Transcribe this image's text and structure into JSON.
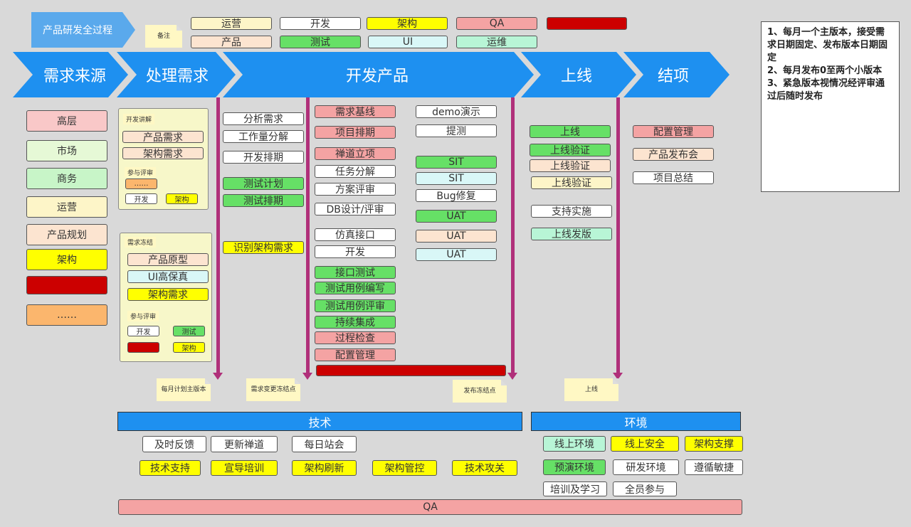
{
  "header": {
    "title": "产品研发全过程",
    "memo_note": "备注",
    "legend": [
      {
        "label": "运营",
        "color": "#fdf5c8"
      },
      {
        "label": "开发",
        "color": "#ffffff"
      },
      {
        "label": "架构",
        "color": "#ffff00"
      },
      {
        "label": "QA",
        "color": "#f4a3a3"
      },
      {
        "label": "",
        "color": "#cc0000"
      },
      {
        "label": "产品",
        "color": "#fce4d0"
      },
      {
        "label": "测试",
        "color": "#66e066"
      },
      {
        "label": "UI",
        "color": "#d9f7f7"
      },
      {
        "label": "运维",
        "color": "#b8f5d6"
      }
    ]
  },
  "stages": [
    "需求来源",
    "处理需求",
    "开发产品",
    "上线",
    "结项"
  ],
  "sources": [
    {
      "label": "高层",
      "color": "#f9c8c8"
    },
    {
      "label": "市场",
      "color": "#e6f9d6"
    },
    {
      "label": "商务",
      "color": "#c8f5c8"
    },
    {
      "label": "运营",
      "color": "#fdf5c8"
    },
    {
      "label": "产品规划",
      "color": "#fce4d0"
    },
    {
      "label": "架构",
      "color": "#ffff00"
    },
    {
      "label": "",
      "color": "#cc0000"
    },
    {
      "label": "……",
      "color": "#fbb66d"
    }
  ],
  "panel1": {
    "tag1": "开发讲解",
    "items": [
      {
        "label": "产品需求",
        "color": "#fce4d0"
      },
      {
        "label": "架构需求",
        "color": "#fce4d0"
      }
    ],
    "tag2": "参与评审",
    "reviewers": [
      {
        "label": "……",
        "color": "#fbb66d"
      },
      {
        "label": "开发",
        "color": "#ffffff"
      },
      {
        "label": "架构",
        "color": "#ffff00"
      }
    ]
  },
  "panel2": {
    "tag1": "需求冻结",
    "items": [
      {
        "label": "产品原型",
        "color": "#fce4d0"
      },
      {
        "label": "UI高保真",
        "color": "#d9f7f7"
      },
      {
        "label": "架构需求",
        "color": "#ffff00"
      }
    ],
    "tag2": "参与评审",
    "reviewers": [
      {
        "label": "开发",
        "color": "#ffffff"
      },
      {
        "label": "测试",
        "color": "#66e066"
      },
      {
        "label": "",
        "color": "#cc0000"
      },
      {
        "label": "架构",
        "color": "#ffff00"
      }
    ]
  },
  "dev_col1": [
    {
      "label": "分析需求",
      "color": "#ffffff"
    },
    {
      "label": "工作量分解",
      "color": "#ffffff"
    },
    {
      "label": "开发排期",
      "color": "#ffffff"
    },
    {
      "label": "测试计划",
      "color": "#66e066"
    },
    {
      "label": "测试排期",
      "color": "#66e066"
    },
    {
      "label": "识别架构需求",
      "color": "#ffff00"
    }
  ],
  "dev_col2": [
    {
      "label": "需求基线",
      "color": "#f4a3a3"
    },
    {
      "label": "项目排期",
      "color": "#f4a3a3"
    },
    {
      "label": "禅道立项",
      "color": "#f4a3a3"
    },
    {
      "label": "任务分解",
      "color": "#ffffff"
    },
    {
      "label": "方案评审",
      "color": "#ffffff"
    },
    {
      "label": "DB设计/评审",
      "color": "#ffffff"
    },
    {
      "label": "仿真接口",
      "color": "#ffffff"
    },
    {
      "label": "开发",
      "color": "#ffffff"
    },
    {
      "label": "接口测试",
      "color": "#66e066"
    },
    {
      "label": "测试用例编写",
      "color": "#66e066"
    },
    {
      "label": "测试用例评审",
      "color": "#66e066"
    },
    {
      "label": "持续集成",
      "color": "#66e066"
    },
    {
      "label": "过程检查",
      "color": "#f4a3a3"
    },
    {
      "label": "配置管理",
      "color": "#f4a3a3"
    },
    {
      "label": "",
      "color": "#cc0000"
    }
  ],
  "dev_col3": [
    {
      "label": "demo演示",
      "color": "#ffffff"
    },
    {
      "label": "提测",
      "color": "#ffffff"
    },
    {
      "label": "SIT",
      "color": "#66e066"
    },
    {
      "label": "SIT",
      "color": "#d9f7f7"
    },
    {
      "label": "Bug修复",
      "color": "#ffffff"
    },
    {
      "label": "UAT",
      "color": "#66e066"
    },
    {
      "label": "UAT",
      "color": "#fce4d0"
    },
    {
      "label": "UAT",
      "color": "#d9f7f7"
    }
  ],
  "launch": [
    {
      "label": "上线",
      "color": "#66e066"
    },
    {
      "label": "上线验证",
      "color": "#66e066"
    },
    {
      "label": "上线验证",
      "color": "#fce4d0"
    },
    {
      "label": "上线验证",
      "color": "#fdf5c8"
    },
    {
      "label": "支持实施",
      "color": "#ffffff"
    },
    {
      "label": "上线发版",
      "color": "#b8f5d6"
    }
  ],
  "closing": [
    {
      "label": "配置管理",
      "color": "#f4a3a3"
    },
    {
      "label": "产品发布会",
      "color": "#fce4d0"
    },
    {
      "label": "项目总结",
      "color": "#ffffff"
    }
  ],
  "milestones": [
    "每月计划主版本",
    "需求变更冻结点",
    "发布冻结点",
    "上线"
  ],
  "notes": [
    "1、每月一个主版本，接受需求日期固定、发布版本日期固定",
    "2、每月发布0至两个小版本",
    "3、紧急版本视情况经评审通过后随时发布"
  ],
  "tech": {
    "title": "技术",
    "row1": [
      {
        "label": "及时反馈",
        "color": "#ffffff"
      },
      {
        "label": "更新禅道",
        "color": "#ffffff"
      },
      {
        "label": "每日站会",
        "color": "#ffffff"
      }
    ],
    "row2": [
      {
        "label": "技术支持",
        "color": "#ffff00"
      },
      {
        "label": "宣导培训",
        "color": "#ffff00"
      },
      {
        "label": "架构刷新",
        "color": "#ffff00"
      },
      {
        "label": "架构管控",
        "color": "#ffff00"
      },
      {
        "label": "技术攻关",
        "color": "#ffff00"
      }
    ]
  },
  "env": {
    "title": "环境",
    "items": [
      {
        "label": "线上环境",
        "color": "#b8f5d6"
      },
      {
        "label": "线上安全",
        "color": "#ffff00"
      },
      {
        "label": "架构支撑",
        "color": "#ffff00"
      },
      {
        "label": "预演环境",
        "color": "#66e066"
      },
      {
        "label": "研发环境",
        "color": "#ffffff"
      },
      {
        "label": "遵循敏捷",
        "color": "#ffffff"
      },
      {
        "label": "培训及学习",
        "color": "#ffffff"
      },
      {
        "label": "全员参与",
        "color": "#ffffff"
      }
    ]
  },
  "qa_bar": "QA",
  "colors": {
    "stage_blue": "#1e90f0",
    "title_blue": "#5aa9ec",
    "line": "#b0307a"
  }
}
